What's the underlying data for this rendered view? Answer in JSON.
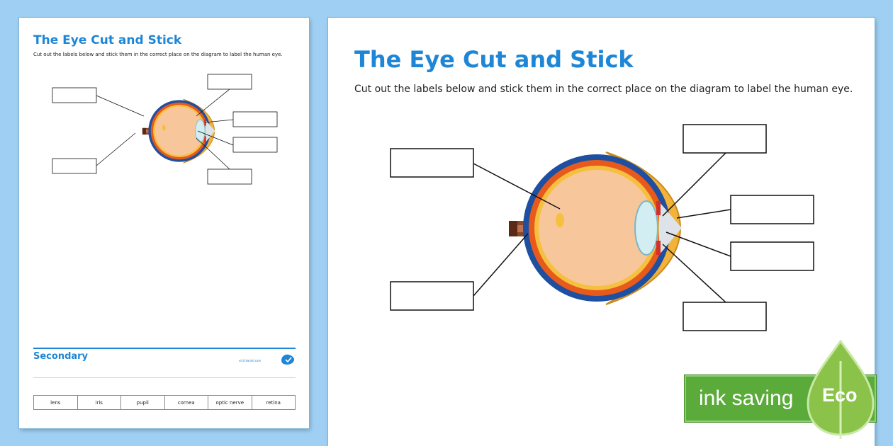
{
  "worksheet": {
    "title": "The Eye Cut and Stick",
    "instructions": "Cut out the labels below and stick them in the correct place on the diagram to label the human eye.",
    "level": "Secondary",
    "brand_url": "visit twinkl.com",
    "cut_out_labels": [
      "lens",
      "iris",
      "pupil",
      "cornea",
      "optic nerve",
      "retina"
    ]
  },
  "eco_badge": {
    "text": "ink saving",
    "word": "Eco"
  },
  "colors": {
    "background": "#9fd0f3",
    "title_blue": "#1e86d6",
    "eco_green": "#5bab3a"
  }
}
